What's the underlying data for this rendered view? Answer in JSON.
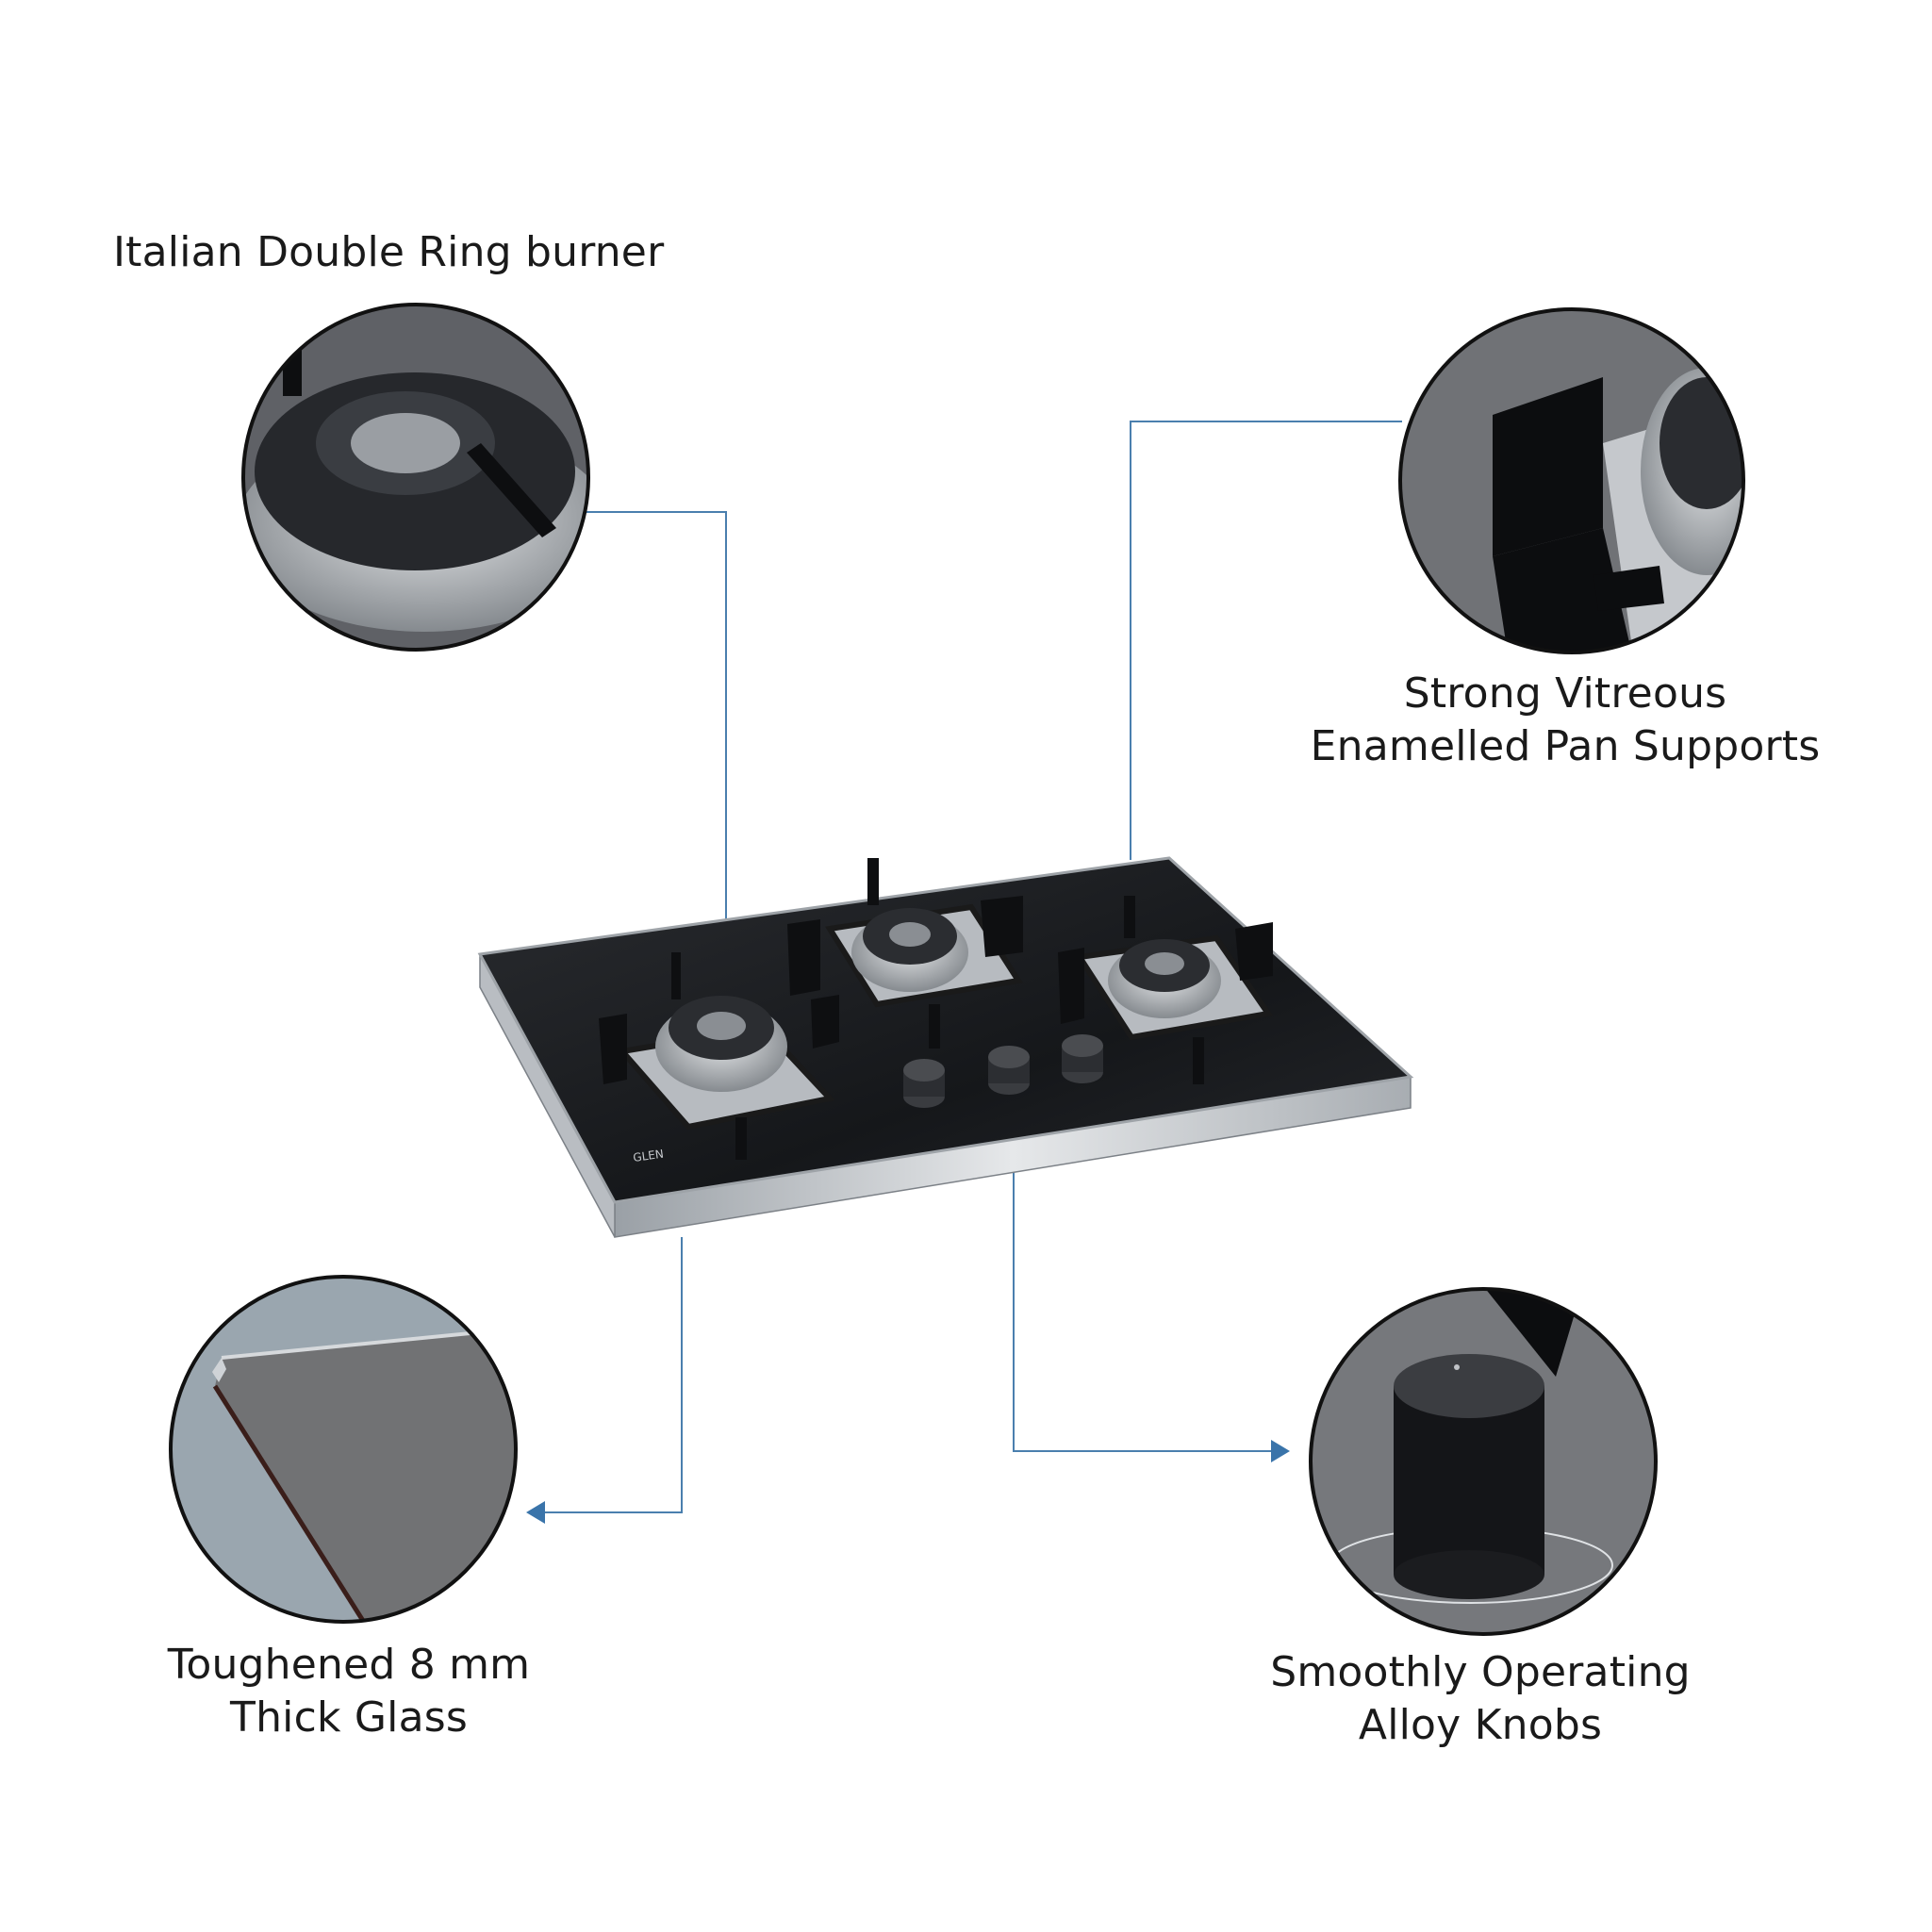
{
  "features": {
    "burner": {
      "lines": [
        "Italian Double Ring burner"
      ]
    },
    "pan_supports": {
      "lines": [
        "Strong Vitreous",
        "Enamelled Pan Supports"
      ]
    },
    "glass": {
      "lines": [
        "Toughened 8 mm",
        "Thick Glass"
      ]
    },
    "knobs": {
      "lines": [
        "Smoothly Operating",
        "Alloy Knobs"
      ]
    }
  },
  "product": {
    "brand": "GLEN"
  },
  "colors": {
    "callout_line": "#4a7fae",
    "circle_border": "#111111",
    "glass_top": "#1e2023",
    "steel": "#c9ccd0",
    "detail_bg": "#6f7175"
  }
}
